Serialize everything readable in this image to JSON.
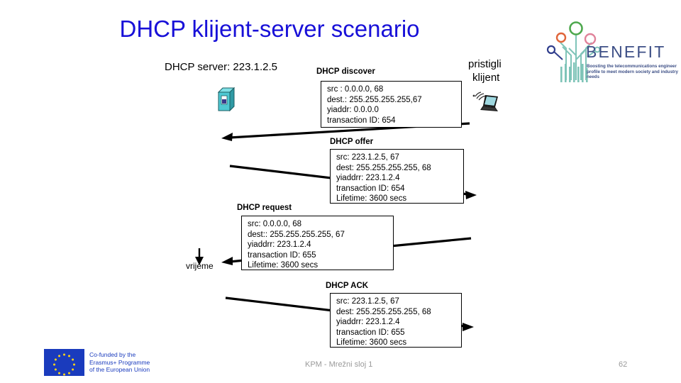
{
  "slide": {
    "title": "DHCP klijent-server scenario",
    "server_label": "DHCP server: 223.1.2.5",
    "client_label_line1": "pristigli",
    "client_label_line2": "klijent",
    "time_axis_label": "vrijeme",
    "title_color": "#1810d8",
    "background_color": "#ffffff"
  },
  "messages": [
    {
      "name": "dhcp-discover",
      "title": "DHCP discover",
      "lines": [
        "src : 0.0.0.0, 68",
        "dest.: 255.255.255.255,67",
        "yiaddr:    0.0.0.0",
        "transaction ID: 654"
      ]
    },
    {
      "name": "dhcp-offer",
      "title": "DHCP offer",
      "lines": [
        "src: 223.1.2.5, 67",
        "dest:  255.255.255.255, 68",
        "yiaddrr: 223.1.2.4",
        "transaction ID: 654",
        "Lifetime: 3600 secs"
      ]
    },
    {
      "name": "dhcp-request",
      "title": "DHCP request",
      "lines": [
        "src:  0.0.0.0, 68",
        "dest::  255.255.255.255, 67",
        "yiaddrr: 223.1.2.4",
        "transaction ID: 655",
        "Lifetime: 3600 secs"
      ]
    },
    {
      "name": "dhcp-ack",
      "title": "DHCP ACK",
      "lines": [
        "src: 223.1.2.5, 67",
        "dest:  255.255.255.255, 68",
        "yiaddrr: 223.1.2.4",
        "transaction ID: 655",
        "Lifetime: 3600 secs"
      ]
    }
  ],
  "benefit_logo": {
    "wordmark": "BENEFIT",
    "tagline": "Boosting the telecommunications engineer profile to meet modern society and industry needs",
    "color": "#3d4f86"
  },
  "eu_logo": {
    "line1": "Co-funded by the",
    "line2": "Erasmus+ Programme",
    "line3": "of the European Union",
    "flag_color": "#1a3bbd"
  },
  "footer": {
    "center": "KPM - Mrežni sloj 1",
    "page": "62"
  }
}
